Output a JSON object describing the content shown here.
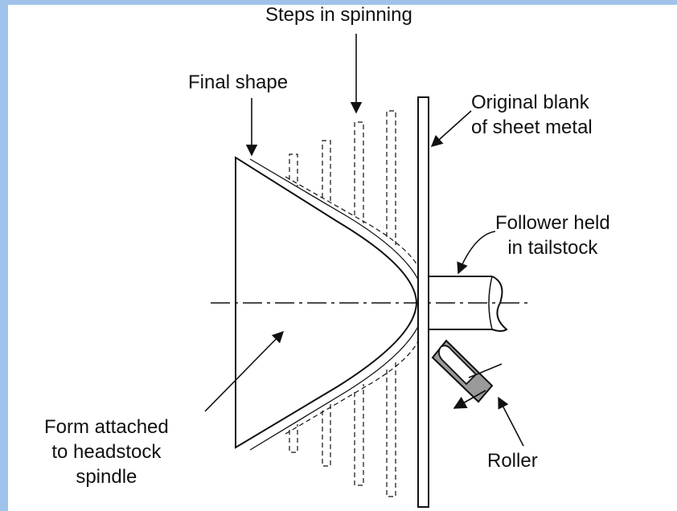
{
  "colors": {
    "frame": "#9fc3ea",
    "ink": "#111111",
    "roller_fill": "#9a9a9a",
    "background": "#ffffff"
  },
  "labels": {
    "steps_in_spinning": "Steps in spinning",
    "final_shape": "Final shape",
    "original_blank_line1": "Original blank",
    "original_blank_line2": "of sheet metal",
    "follower_line1": "Follower held",
    "follower_line2": "in tailstock",
    "form_line1": "Form attached",
    "form_line2": "to headstock",
    "form_line3": "spindle",
    "roller": "Roller"
  }
}
